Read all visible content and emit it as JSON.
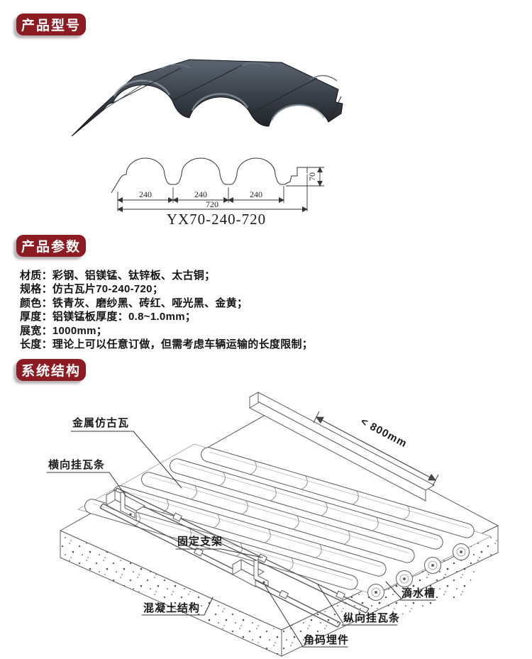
{
  "accent": "#8d1c22",
  "sections": {
    "model": {
      "header": "产品型号",
      "code": "YX70-240-720",
      "drawing": {
        "d1": "240",
        "d2": "240",
        "d3": "240",
        "total": "720",
        "height": "70"
      }
    },
    "params": {
      "header": "产品参数",
      "items": [
        "材质：彩钢、铝镁锰、钛锌板、太古铜；",
        "规格：仿古瓦片70-240-720；",
        "颜色：铁青灰、磨纱黑、砖红、哑光黑、金黄；",
        "厚度：铝镁锰板厚度：0.8~1.0mm；",
        "展宽：1000mm；",
        "长度：理论上可以任意订做，但需考虑车辆运输的长度限制；"
      ]
    },
    "structure": {
      "header": "系统结构",
      "labels": {
        "tile": "金属仿古瓦",
        "horizontal_batten": "横向挂瓦条",
        "spacing": "< 800mm",
        "bracket": "固定支架",
        "concrete": "混凝土结构",
        "embed": "角码埋件",
        "vertical_batten": "纵向挂瓦条",
        "drip": "滴水槽"
      }
    }
  }
}
